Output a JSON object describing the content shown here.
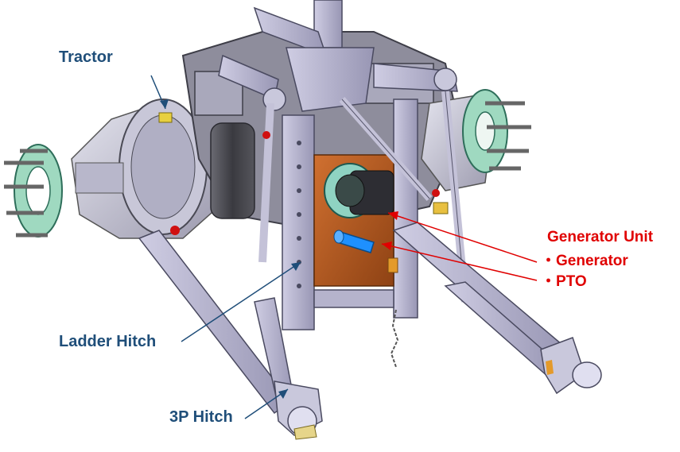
{
  "labels": {
    "tractor": "Tractor",
    "ladder_hitch": "Ladder Hitch",
    "three_p_hitch": "3P Hitch",
    "generator_unit": "Generator Unit",
    "generator": "・Generator",
    "pto": "・PTO"
  },
  "colors": {
    "label_blue": "#1f4e79",
    "label_red": "#e00000",
    "frame_lavender": "#b9b6d2",
    "hub_green": "#9fd9c0",
    "generator_housing": "#b45a1e",
    "pto_shaft": "#1e90ff"
  }
}
